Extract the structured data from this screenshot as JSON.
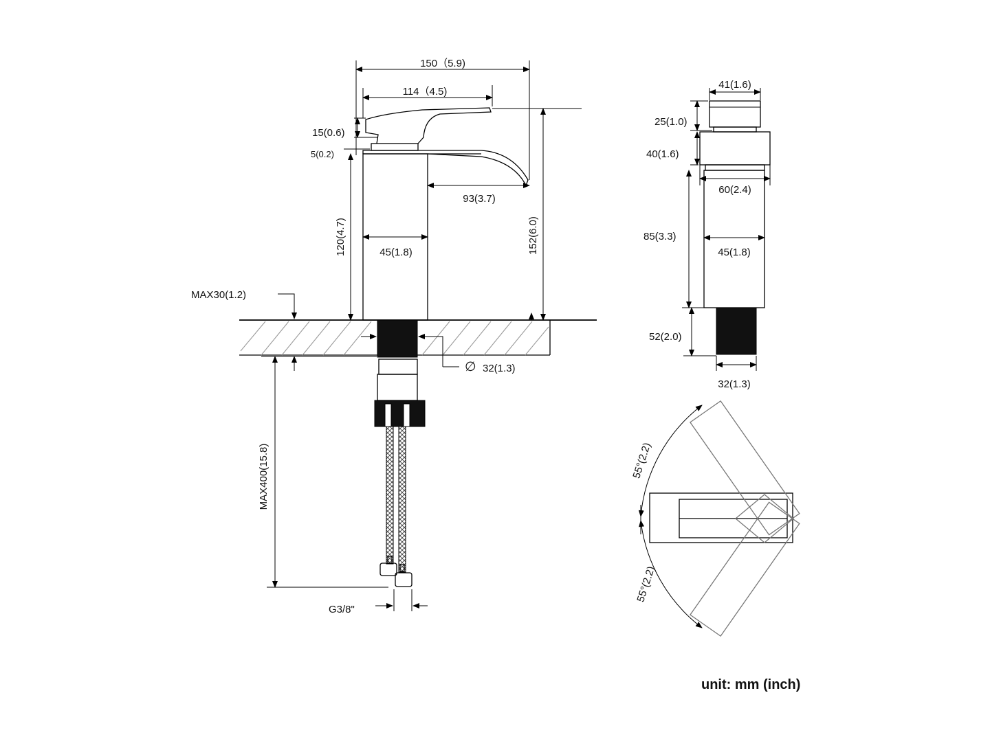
{
  "front_view": {
    "dims": {
      "overall_length": "150（5.9)",
      "handle_length": "114（4.5)",
      "handle_height": "15(0.6)",
      "base_plate": "5(0.2)",
      "spout_reach": "93(3.7)",
      "body_height": "120(4.7)",
      "body_width": "45(1.8)",
      "total_height": "152(6.0)",
      "max_deck": "MAX30(1.2)",
      "hole_diameter": "32(1.3)",
      "hose_length": "MAX400(15.8)",
      "connector": "G3/8\""
    },
    "diameter_symbol": "∅"
  },
  "side_view": {
    "dims": {
      "handle_width": "41(1.6)",
      "handle_height": "25(1.0)",
      "cap_height": "40(1.6)",
      "cap_width": "60(2.4)",
      "body_height": "85(3.3)",
      "body_width": "45(1.8)",
      "shank_height": "52(2.0)",
      "shank_width": "32(1.3)"
    }
  },
  "top_view": {
    "angle_upper": "55°(2.2)",
    "angle_lower": "55°(2.2)"
  },
  "unit_note": "unit: mm (inch)"
}
